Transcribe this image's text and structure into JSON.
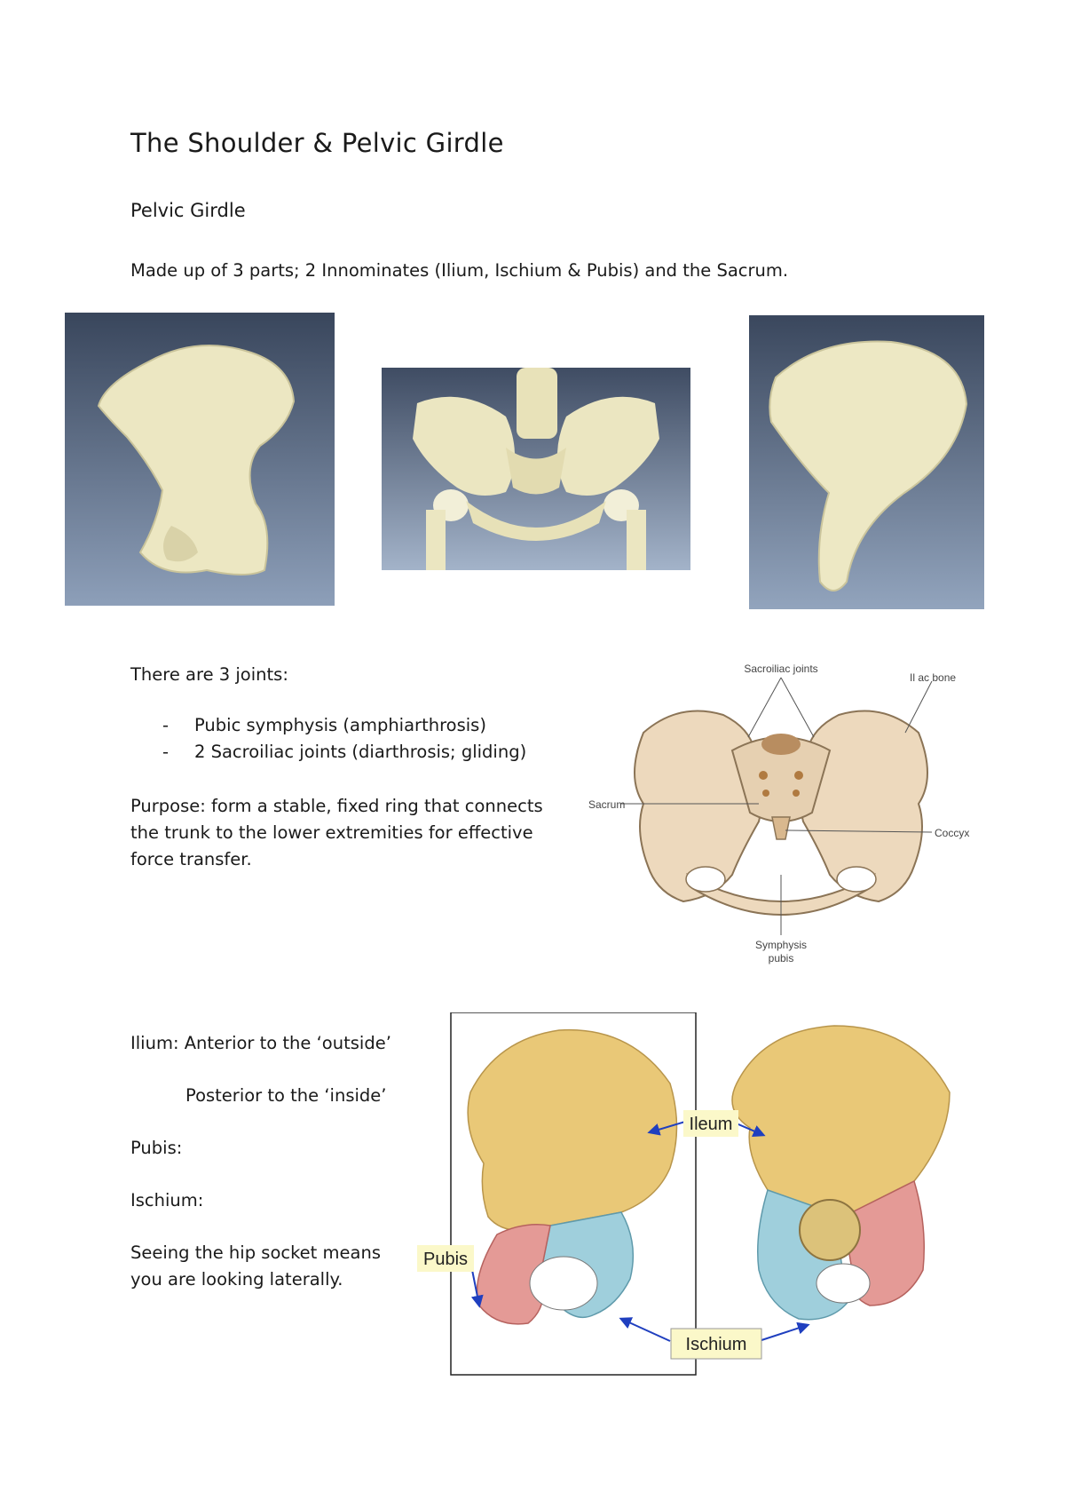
{
  "title": "The Shoulder & Pelvic Girdle",
  "section_heading": "Pelvic Girdle",
  "intro": "Made up of 3 parts; 2 Innominates (Ilium, Ischium & Pubis) and the Sacrum.",
  "joints": {
    "heading": "There are 3 joints:",
    "items": [
      "Pubic symphysis (amphiarthrosis)",
      "2 Sacroiliac joints (diarthrosis; gliding)"
    ]
  },
  "purpose_lines": [
    "Purpose: form a stable, fixed ring that connects",
    "the trunk to the lower extremities for effective",
    "force transfer."
  ],
  "diagram_pelvis": {
    "labels": {
      "sacroiliac": "Sacroiliac joints",
      "iliac": "Il ac bone",
      "sacrum": "Sacrum",
      "coccyx": "Coccyx",
      "symphysis_line1": "Symphysis",
      "symphysis_line2": "pubis"
    }
  },
  "parts": {
    "ilium_line1": "Ilium: Anterior to the ‘outside’",
    "ilium_line2": "Posterior to the ‘inside’",
    "pubis": "Pubis:",
    "ischium": "Ischium:",
    "socket_line1": "Seeing the hip socket means",
    "socket_line2": "you are looking laterally."
  },
  "diagram_hip": {
    "labels": {
      "ileum": "Ileum",
      "pubis": "Pubis",
      "ischium": "Ischium"
    },
    "colors": {
      "ilium": "#e9c877",
      "pubis": "#e49a96",
      "ischium": "#9fcfdc",
      "arrow": "#1f3fbf"
    }
  }
}
